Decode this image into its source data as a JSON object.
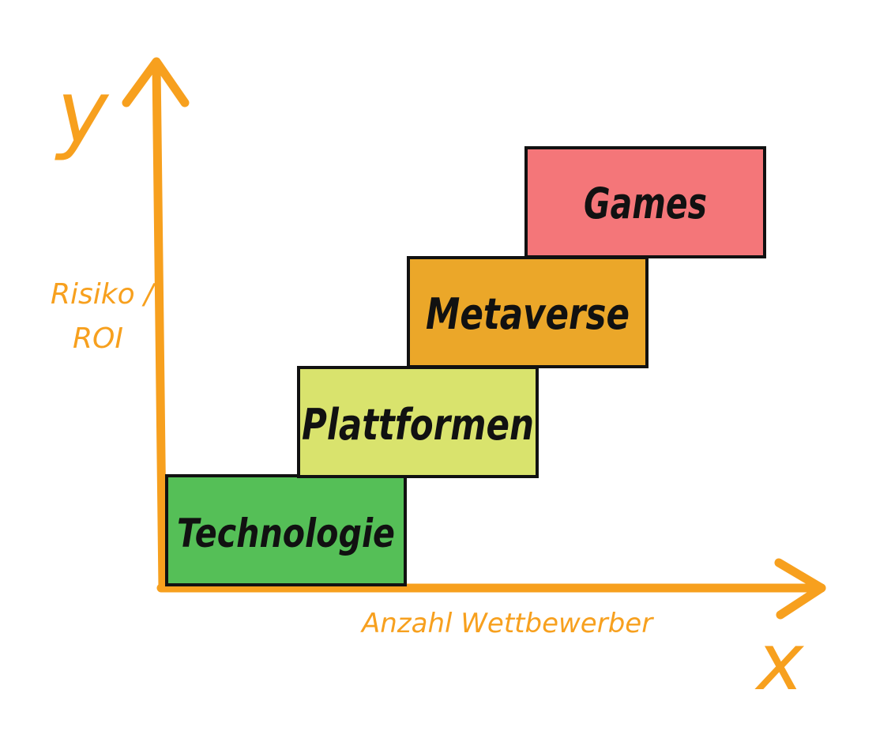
{
  "colors": {
    "axis": "#f7a01e",
    "technologie": "#55bf57",
    "plattformen": "#d9e36d",
    "metaverse": "#eba729",
    "games": "#f47679",
    "outline": "#111111"
  },
  "axes": {
    "y_symbol": "y",
    "x_symbol": "x",
    "y_label_line1": "Risiko /",
    "y_label_line2": "ROI",
    "x_label": "Anzahl Wettbewerber"
  },
  "steps": [
    {
      "label": "Technologie",
      "color_key": "technologie"
    },
    {
      "label": "Plattformen",
      "color_key": "plattformen"
    },
    {
      "label": "Metaverse",
      "color_key": "metaverse"
    },
    {
      "label": "Games",
      "color_key": "games"
    }
  ]
}
